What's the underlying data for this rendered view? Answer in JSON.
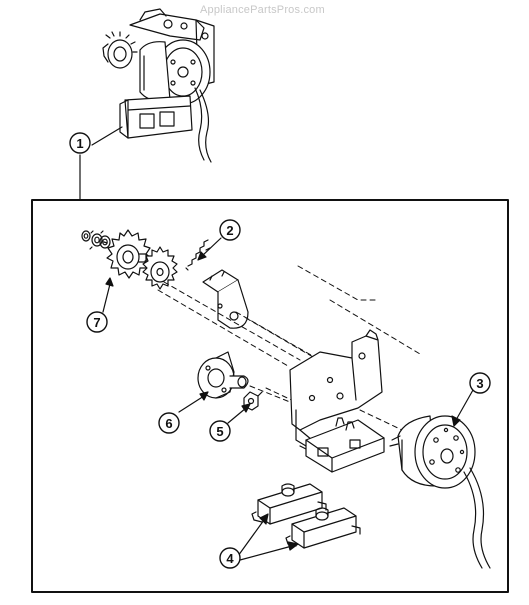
{
  "watermark": "AppliancePartsPros.com",
  "callouts": [
    {
      "id": "1",
      "part": "timer-assembly"
    },
    {
      "id": "2",
      "part": "spring"
    },
    {
      "id": "3",
      "part": "timer-motor"
    },
    {
      "id": "4",
      "part": "micro-switches"
    },
    {
      "id": "5",
      "part": "clip"
    },
    {
      "id": "6",
      "part": "cam-hub"
    },
    {
      "id": "7",
      "part": "sprocket-gear"
    }
  ],
  "colors": {
    "ink": "#111111",
    "background": "#ffffff",
    "watermark": "#c8c8c8"
  }
}
